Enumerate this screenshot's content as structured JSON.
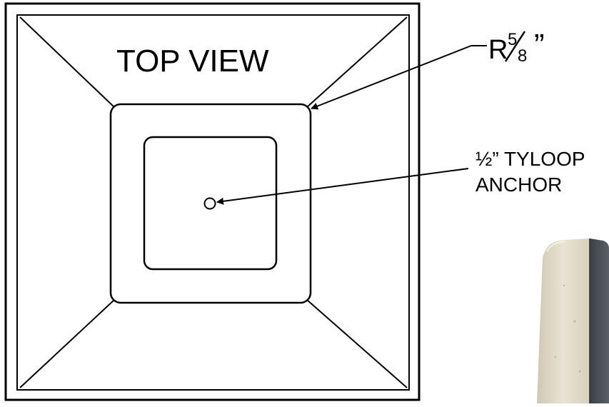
{
  "drawing": {
    "title": "TOP VIEW",
    "radius_label": {
      "prefix": "R",
      "numerator": "5",
      "denominator": "8",
      "unit": "”"
    },
    "anchor_label": {
      "line1": "½” TYLOOP",
      "line2": "ANCHOR"
    }
  },
  "photo": {
    "subject": "concrete post photo (partial)"
  }
}
